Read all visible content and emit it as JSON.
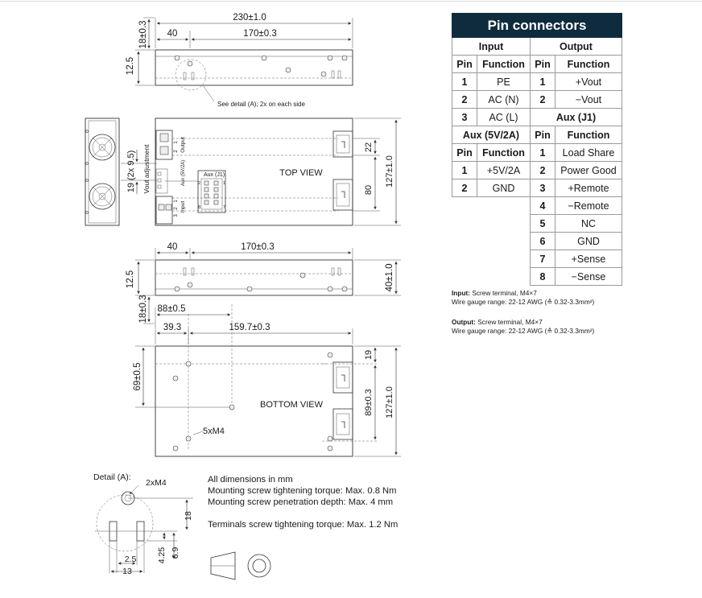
{
  "drawing": {
    "top_side": {
      "overall_width": "230±1.0",
      "left_offset": "40",
      "hole_spacing": "170±0.3",
      "top_margin": "18±0.3",
      "depth": "12.5",
      "detail_note": "See detail (A); 2x on each side"
    },
    "top_view": {
      "label": "TOP VIEW",
      "vout_label": "Vout adjustment",
      "output_label": "Output",
      "aux_label": "Aux (5V/2A)",
      "input_label": "Input",
      "aux_j1_label": "Aux (J1)",
      "side_dim": "19 (2x 9.5)",
      "dim_22": "22",
      "dim_80": "80",
      "height": "127±1.0",
      "pin1": "1",
      "pin2": "2",
      "pin3": "3",
      "j1_2": "2",
      "j1_1": "1",
      "j1_8": "8",
      "j1_7": "7"
    },
    "bottom_side": {
      "left_offset": "40",
      "hole_spacing": "170±0.3",
      "height": "40±1.0",
      "depth": "12.5",
      "bottom_margin": "18±0.3"
    },
    "bottom_view": {
      "label": "BOTTOM VIEW",
      "dim_88": "88±0.5",
      "dim_39": "39.3",
      "dim_159": "159.7±0.3",
      "dim_69": "69±0.5",
      "dim_19": "19",
      "dim_89": "89±0.3",
      "height": "127±1.0",
      "screw_note": "5xM4"
    },
    "detail": {
      "title": "Detail (A):",
      "screw": "2xM4",
      "dim_18": "18",
      "dim_4_25": "4.25",
      "dim_6_9": "6.9",
      "dim_2_5": "2.5",
      "dim_13": "13"
    }
  },
  "general_notes": [
    "All dimensions in mm",
    "Mounting screw tightening torque: Max. 0.8 Nm",
    "Mounting screw penetration depth: Max. 4 mm",
    "Terminals screw tightening torque: Max. 1.2 Nm"
  ],
  "pin_table": {
    "title": "Pin connectors",
    "input_header": "Input",
    "output_header": "Output",
    "col_pin": "Pin",
    "col_function": "Function",
    "input_rows": [
      {
        "pin": "1",
        "function": "PE"
      },
      {
        "pin": "2",
        "function": "AC (N)"
      },
      {
        "pin": "3",
        "function": "AC (L)"
      }
    ],
    "output_rows": [
      {
        "pin": "1",
        "function": "+Vout"
      },
      {
        "pin": "2",
        "function": "−Vout"
      }
    ],
    "aux_j1_header": "Aux (J1)",
    "aux_5v_header": "Aux (5V/2A)",
    "aux_5v_rows": [
      {
        "pin": "1",
        "function": "+5V/2A"
      },
      {
        "pin": "2",
        "function": "GND"
      }
    ],
    "aux_j1_rows": [
      {
        "pin": "1",
        "function": "Load Share"
      },
      {
        "pin": "2",
        "function": "Power Good"
      },
      {
        "pin": "3",
        "function": "+Remote"
      },
      {
        "pin": "4",
        "function": "−Remote"
      },
      {
        "pin": "5",
        "function": "NC"
      },
      {
        "pin": "6",
        "function": "GND"
      },
      {
        "pin": "7",
        "function": "+Sense"
      },
      {
        "pin": "8",
        "function": "−Sense"
      }
    ]
  },
  "terminal_notes": {
    "input_label": "Input:",
    "input_text": "Screw terminal, M4×7",
    "input_gauge": "Wire gauge range: 22-12 AWG (≙ 0.32-3.3mm²)",
    "output_label": "Output:",
    "output_text": "Screw terminal, M4×7",
    "output_gauge": "Wire gauge range: 22-12 AWG (≙ 0.32-3.3mm²)"
  }
}
